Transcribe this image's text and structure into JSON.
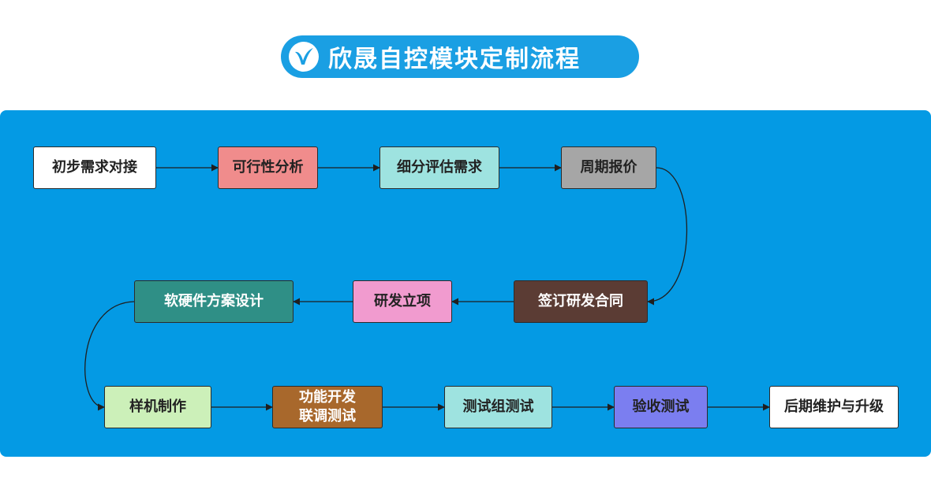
{
  "header": {
    "title": "欣晟自控模块定制流程",
    "logo_icon": "leaf-check-logo",
    "color": "#1a9fe3"
  },
  "panel": {
    "color": "#049ae4"
  },
  "nodes": {
    "n1": {
      "label": "初步需求对接",
      "fill": "#ffffff",
      "text_color": "#222222"
    },
    "n2": {
      "label": "可行性分析",
      "fill": "#f08c8c",
      "text_color": "#222222"
    },
    "n3": {
      "label": "细分评估需求",
      "fill": "#9ee3e0",
      "text_color": "#222222"
    },
    "n4": {
      "label": "周期报价",
      "fill": "#a6a6a6",
      "text_color": "#222222"
    },
    "n5": {
      "label": "签订研发合同",
      "fill": "#5b3c34",
      "text_color": "#ffffff"
    },
    "n6": {
      "label": "研发立项",
      "fill": "#f19bcf",
      "text_color": "#222222"
    },
    "n7": {
      "label": "软硬件方案设计",
      "fill": "#2f8f86",
      "text_color": "#ffffff"
    },
    "n8": {
      "label": "样机制作",
      "fill": "#ccf0b9",
      "text_color": "#222222"
    },
    "n9": {
      "label_line1": "功能开发",
      "label_line2": "联调测试",
      "fill": "#a8682c",
      "text_color": "#ffffff"
    },
    "n10": {
      "label": "测试组测试",
      "fill": "#9ee3e0",
      "text_color": "#222222"
    },
    "n11": {
      "label": "验收测试",
      "fill": "#7b7ef0",
      "text_color": "#222222"
    },
    "n12": {
      "label": "后期维护与升级",
      "fill": "#ffffff",
      "text_color": "#222222"
    }
  },
  "edges": [
    [
      "n1",
      "n2"
    ],
    [
      "n2",
      "n3"
    ],
    [
      "n3",
      "n4"
    ],
    [
      "n4",
      "n5"
    ],
    [
      "n5",
      "n6"
    ],
    [
      "n6",
      "n7"
    ],
    [
      "n7",
      "n8"
    ],
    [
      "n8",
      "n9"
    ],
    [
      "n9",
      "n10"
    ],
    [
      "n10",
      "n11"
    ],
    [
      "n11",
      "n12"
    ]
  ],
  "edge_color": "#1f1f1f"
}
